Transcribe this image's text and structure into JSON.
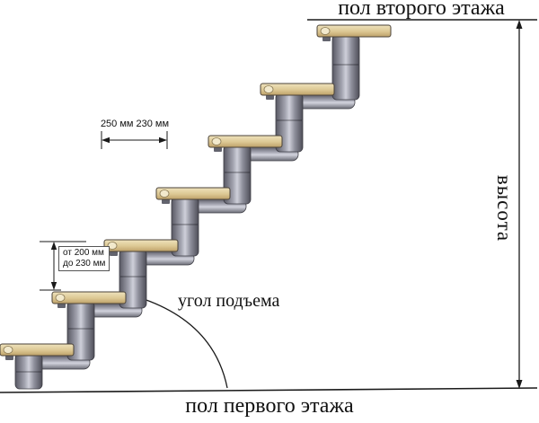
{
  "labels": {
    "second_floor": "пол второго этажа",
    "first_floor": "пол первого этажа",
    "height": "высота",
    "run_dimension": "250 мм 230 мм",
    "rise_dimension_line1": "от 200 мм",
    "rise_dimension_line2": "до 230 мм",
    "angle": "угол подъема"
  },
  "staircase": {
    "type": "modular",
    "step_count": 7,
    "colors": {
      "tread": "#dcc793",
      "module": "#9fa0ac",
      "outline": "#1a1a1a",
      "background": "#ffffff"
    }
  }
}
